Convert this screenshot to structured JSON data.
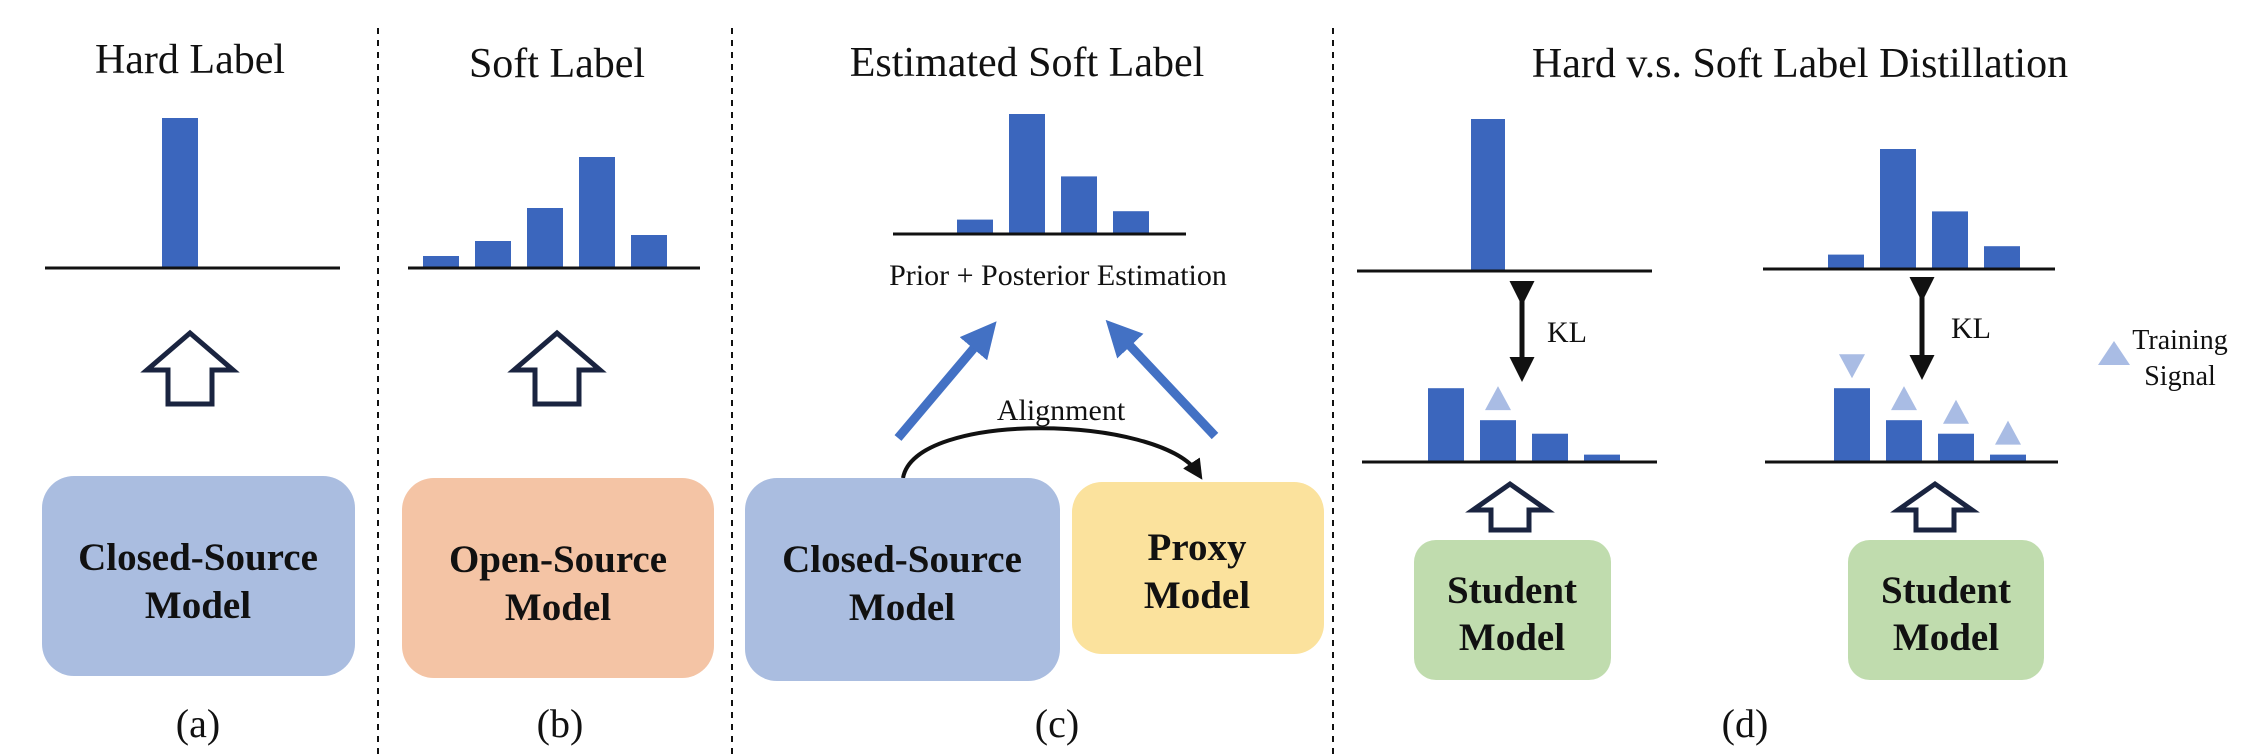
{
  "colors": {
    "bar": "#3b66bd",
    "closed_source_box": "#aabde0",
    "open_source_box": "#f4c4a5",
    "proxy_box": "#fbe29d",
    "student_box": "#c0dcae",
    "signal_triangle": "#a9bce4",
    "arrow_blue": "#4371c4",
    "line": "#111111"
  },
  "panel_a": {
    "title": "Hard Label",
    "box": {
      "line1": "Closed-Source",
      "line2": "Model"
    },
    "caption": "(a)",
    "dist": [
      0,
      1,
      0
    ],
    "up_arrow_icon": "hollow-up-arrow-icon"
  },
  "panel_b": {
    "title": "Soft Label",
    "box": {
      "line1": "Open-Source",
      "line2": "Model"
    },
    "caption": "(b)",
    "dist": [
      0.08,
      0.18,
      0.4,
      0.74,
      0.22
    ],
    "up_arrow_icon": "hollow-up-arrow-icon"
  },
  "panel_c": {
    "title": "Estimated Soft Label",
    "estimation_label": "Prior + Posterior Estimation",
    "alignment_label": "Alignment",
    "closed_box": {
      "line1": "Closed-Source",
      "line2": "Model"
    },
    "proxy_box": {
      "line1": "Proxy",
      "line2": "Model"
    },
    "caption": "(c)",
    "dist": [
      0.12,
      1.0,
      0.48,
      0.19
    ]
  },
  "panel_d": {
    "title": "Hard v.s. Soft Label Distillation",
    "caption": "(d)",
    "kl_label": "KL",
    "hard_target": [
      0,
      1,
      0
    ],
    "hard_student": [
      0.6,
      0.34,
      0.23,
      0.06
    ],
    "hard_signal": [
      "none",
      "up",
      "none",
      "none"
    ],
    "soft_target": [
      0.12,
      1.0,
      0.48,
      0.19
    ],
    "soft_student": [
      0.6,
      0.34,
      0.23,
      0.06
    ],
    "soft_signal": [
      "down",
      "up",
      "up",
      "up"
    ],
    "student_box": {
      "line1": "Student",
      "line2": "Model"
    },
    "legend": {
      "line1": "Training",
      "line2": "Signal",
      "icon": "triangle-icon"
    }
  }
}
